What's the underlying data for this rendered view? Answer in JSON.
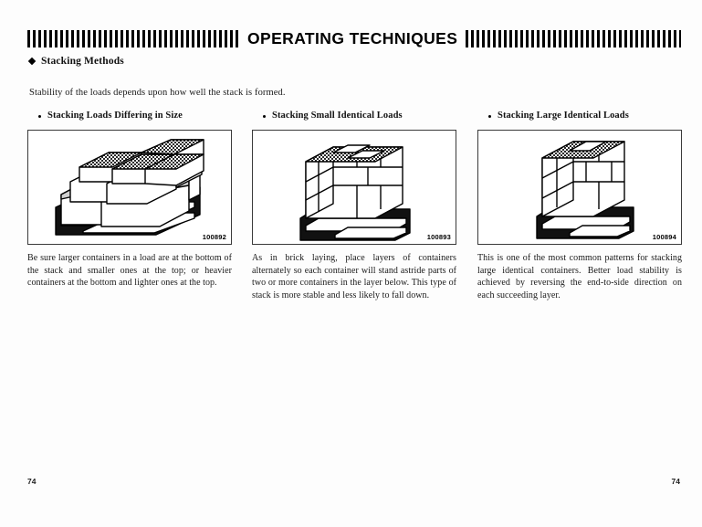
{
  "header": {
    "title": "OPERATING TECHNIQUES",
    "bars_left_icon": "vertical-bars-rule",
    "bars_right_icon": "vertical-bars-rule"
  },
  "section": {
    "heading": "Stacking Methods",
    "bullet_icon": "diamond-bullet-icon",
    "intro": "Stability of the loads depends upon how well the stack is formed."
  },
  "columns": [
    {
      "heading": "Stacking Loads Differing in Size",
      "bullet_icon": "dot-bullet-icon",
      "figure_name": "pallet-mixed-size-load-illustration",
      "figure_number": "100892",
      "body": "Be sure larger containers in a load are at the bottom of the stack and smaller ones at the top; or heavier containers at the bottom and lighter ones at the top."
    },
    {
      "heading": "Stacking Small Identical Loads",
      "bullet_icon": "dot-bullet-icon",
      "figure_name": "pallet-brick-pattern-load-illustration",
      "figure_number": "100893",
      "body": "As in brick laying, place layers of containers alternately so each container will stand astride parts of two or more containers in the layer below. This type of stack is more stable and less likely to fall down."
    },
    {
      "heading": "Stacking Large Identical Loads",
      "bullet_icon": "dot-bullet-icon",
      "figure_name": "pallet-large-identical-load-illustration",
      "figure_number": "100894",
      "body": "This is one of the most common patterns for stacking large identical containers. Better load stability is achieved by reversing the end-to-side direction on each succeeding layer."
    }
  ],
  "footer": {
    "page_number_left": "74",
    "page_number_right": "74"
  },
  "colors": {
    "ink": "#111111",
    "paper": "#fdfdfd",
    "rule": "#000000"
  }
}
